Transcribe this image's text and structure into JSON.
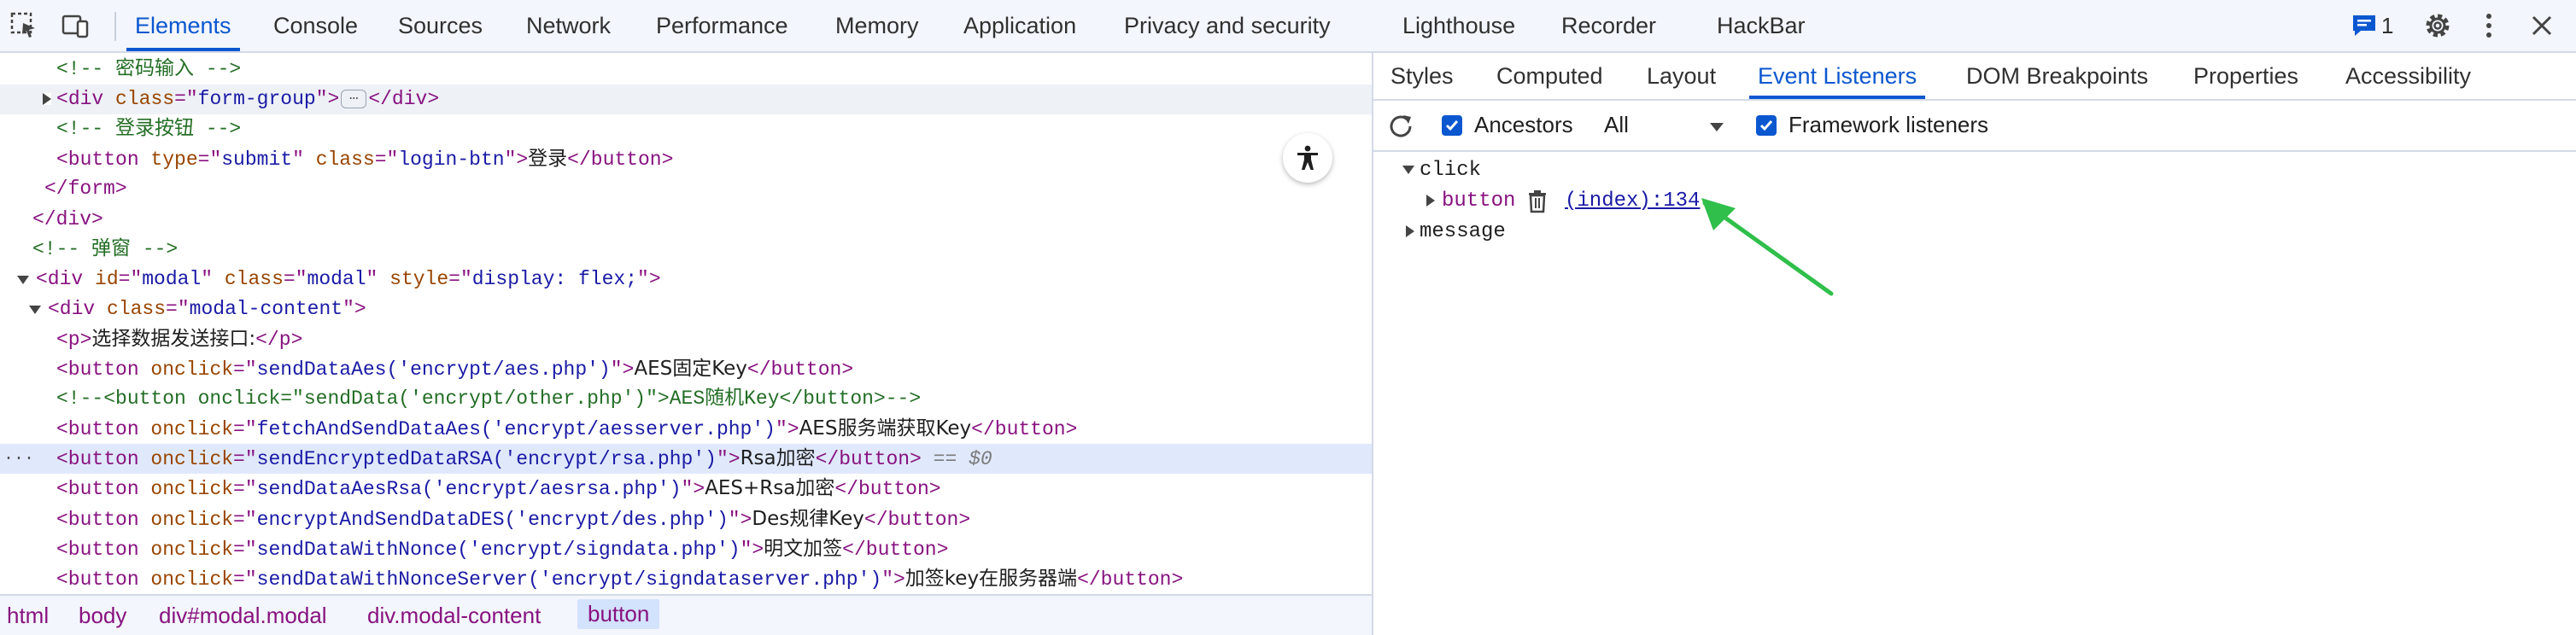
{
  "toolbar": {
    "tabs": [
      "Elements",
      "Console",
      "Sources",
      "Network",
      "Performance",
      "Memory",
      "Application",
      "Privacy and security",
      "Lighthouse",
      "Recorder",
      "HackBar"
    ],
    "issues_count": "1",
    "icons": [
      "inspect-element-icon",
      "device-toolbar-icon",
      "issues-icon",
      "gear-icon",
      "more-vertical-icon",
      "close-icon"
    ]
  },
  "dom_tree": {
    "lines": [
      {
        "indent": 66,
        "parts": [
          {
            "t": "<!-- 密码输入 -->",
            "c": "com"
          }
        ]
      },
      {
        "indent": 66,
        "arrow": "right",
        "parts": [
          {
            "t": "<",
            "c": "tag"
          },
          {
            "t": "div",
            "c": "tag"
          },
          {
            "t": " class",
            "c": "attr"
          },
          {
            "t": "=\"",
            "c": "tag"
          },
          {
            "t": "form-group",
            "c": "val"
          },
          {
            "t": "\">",
            "c": "tag"
          },
          {
            "t": "…",
            "c": "ellip"
          },
          {
            "t": "</div>",
            "c": "tag"
          }
        ]
      },
      {
        "indent": 66,
        "parts": [
          {
            "t": "<!-- 登录按钮 -->",
            "c": "com"
          }
        ]
      },
      {
        "indent": 66,
        "parts": [
          {
            "t": "<button",
            "c": "tag"
          },
          {
            "t": " type",
            "c": "attr"
          },
          {
            "t": "=\"",
            "c": "tag"
          },
          {
            "t": "submit",
            "c": "val"
          },
          {
            "t": "\"",
            "c": "tag"
          },
          {
            "t": " class",
            "c": "attr"
          },
          {
            "t": "=\"",
            "c": "tag"
          },
          {
            "t": "login-btn",
            "c": "val"
          },
          {
            "t": "\">",
            "c": "tag"
          },
          {
            "t": "登录",
            "c": "text"
          },
          {
            "t": "</button>",
            "c": "tag"
          }
        ]
      },
      {
        "indent": 52,
        "parts": [
          {
            "t": "</form>",
            "c": "tag"
          }
        ]
      },
      {
        "indent": 38,
        "parts": [
          {
            "t": "</div>",
            "c": "tag"
          }
        ]
      },
      {
        "indent": 38,
        "parts": [
          {
            "t": "<!-- 弹窗 -->",
            "c": "com"
          }
        ]
      },
      {
        "indent": 42,
        "arrow": "down",
        "parts": [
          {
            "t": "<div",
            "c": "tag"
          },
          {
            "t": " id",
            "c": "attr"
          },
          {
            "t": "=\"",
            "c": "tag"
          },
          {
            "t": "modal",
            "c": "val"
          },
          {
            "t": "\"",
            "c": "tag"
          },
          {
            "t": " class",
            "c": "attr"
          },
          {
            "t": "=\"",
            "c": "tag"
          },
          {
            "t": "modal",
            "c": "val"
          },
          {
            "t": "\"",
            "c": "tag"
          },
          {
            "t": " style",
            "c": "attr"
          },
          {
            "t": "=\"",
            "c": "tag"
          },
          {
            "t": "display: flex;",
            "c": "val"
          },
          {
            "t": "\">",
            "c": "tag"
          }
        ]
      },
      {
        "indent": 56,
        "arrow": "down",
        "parts": [
          {
            "t": "<div",
            "c": "tag"
          },
          {
            "t": " class",
            "c": "attr"
          },
          {
            "t": "=\"",
            "c": "tag"
          },
          {
            "t": "modal-content",
            "c": "val"
          },
          {
            "t": "\">",
            "c": "tag"
          }
        ]
      },
      {
        "indent": 66,
        "parts": [
          {
            "t": "<p>",
            "c": "tag"
          },
          {
            "t": "选择数据发送接口:",
            "c": "text"
          },
          {
            "t": "</p>",
            "c": "tag"
          }
        ]
      },
      {
        "indent": 66,
        "parts": [
          {
            "t": "<button",
            "c": "tag"
          },
          {
            "t": " onclick",
            "c": "attr"
          },
          {
            "t": "=\"",
            "c": "tag"
          },
          {
            "t": "sendDataAes('encrypt/aes.php')",
            "c": "val"
          },
          {
            "t": "\">",
            "c": "tag"
          },
          {
            "t": "AES固定Key",
            "c": "text"
          },
          {
            "t": "</button>",
            "c": "tag"
          }
        ]
      },
      {
        "indent": 66,
        "parts": [
          {
            "t": "<!--<button onclick=\"sendData('encrypt/other.php')\">AES随机Key</button>-->",
            "c": "com"
          }
        ]
      },
      {
        "indent": 66,
        "parts": [
          {
            "t": "<button",
            "c": "tag"
          },
          {
            "t": " onclick",
            "c": "attr"
          },
          {
            "t": "=\"",
            "c": "tag"
          },
          {
            "t": "fetchAndSendDataAes('encrypt/aesserver.php')",
            "c": "val"
          },
          {
            "t": "\">",
            "c": "tag"
          },
          {
            "t": "AES服务端获取Key",
            "c": "text"
          },
          {
            "t": "</button>",
            "c": "tag"
          }
        ]
      },
      {
        "indent": 66,
        "selected": true,
        "dots": "···",
        "parts": [
          {
            "t": "<button",
            "c": "tag"
          },
          {
            "t": " onclick",
            "c": "attr"
          },
          {
            "t": "=\"",
            "c": "tag"
          },
          {
            "t": "sendEncryptedDataRSA('encrypt/rsa.php')",
            "c": "val"
          },
          {
            "t": "\">",
            "c": "tag"
          },
          {
            "t": "Rsa加密",
            "c": "text"
          },
          {
            "t": "</button>",
            "c": "tag"
          },
          {
            "t": " == $0",
            "c": "dim"
          }
        ]
      },
      {
        "indent": 66,
        "parts": [
          {
            "t": "<button",
            "c": "tag"
          },
          {
            "t": " onclick",
            "c": "attr"
          },
          {
            "t": "=\"",
            "c": "tag"
          },
          {
            "t": "sendDataAesRsa('encrypt/aesrsa.php')",
            "c": "val"
          },
          {
            "t": "\">",
            "c": "tag"
          },
          {
            "t": "AES+Rsa加密",
            "c": "text"
          },
          {
            "t": "</button>",
            "c": "tag"
          }
        ]
      },
      {
        "indent": 66,
        "parts": [
          {
            "t": "<button",
            "c": "tag"
          },
          {
            "t": " onclick",
            "c": "attr"
          },
          {
            "t": "=\"",
            "c": "tag"
          },
          {
            "t": "encryptAndSendDataDES('encrypt/des.php')",
            "c": "val"
          },
          {
            "t": "\">",
            "c": "tag"
          },
          {
            "t": "Des规律Key",
            "c": "text"
          },
          {
            "t": "</button>",
            "c": "tag"
          }
        ]
      },
      {
        "indent": 66,
        "parts": [
          {
            "t": "<button",
            "c": "tag"
          },
          {
            "t": " onclick",
            "c": "attr"
          },
          {
            "t": "=\"",
            "c": "tag"
          },
          {
            "t": "sendDataWithNonce('encrypt/signdata.php')",
            "c": "val"
          },
          {
            "t": "\">",
            "c": "tag"
          },
          {
            "t": "明文加签",
            "c": "text"
          },
          {
            "t": "</button>",
            "c": "tag"
          }
        ]
      },
      {
        "indent": 66,
        "parts": [
          {
            "t": "<button",
            "c": "tag"
          },
          {
            "t": " onclick",
            "c": "attr"
          },
          {
            "t": "=\"",
            "c": "tag"
          },
          {
            "t": "sendDataWithNonceServer('encrypt/signdataserver.php')",
            "c": "val"
          },
          {
            "t": "\">",
            "c": "tag"
          },
          {
            "t": "加签key在服务器端",
            "c": "text"
          },
          {
            "t": "</button>",
            "c": "tag"
          }
        ]
      }
    ]
  },
  "breadcrumbs": [
    "html",
    "body",
    "div#modal.modal",
    "div.modal-content",
    "button"
  ],
  "right_panel": {
    "tabs": [
      "Styles",
      "Computed",
      "Layout",
      "Event Listeners",
      "DOM Breakpoints",
      "Properties",
      "Accessibility"
    ],
    "ancestors_label": "Ancestors",
    "filter_value": "All",
    "framework_label": "Framework listeners",
    "events": {
      "click": "click",
      "button_label": "button",
      "link": "(index):134",
      "message": "message"
    },
    "annotation_color": "#2fbf4a"
  }
}
